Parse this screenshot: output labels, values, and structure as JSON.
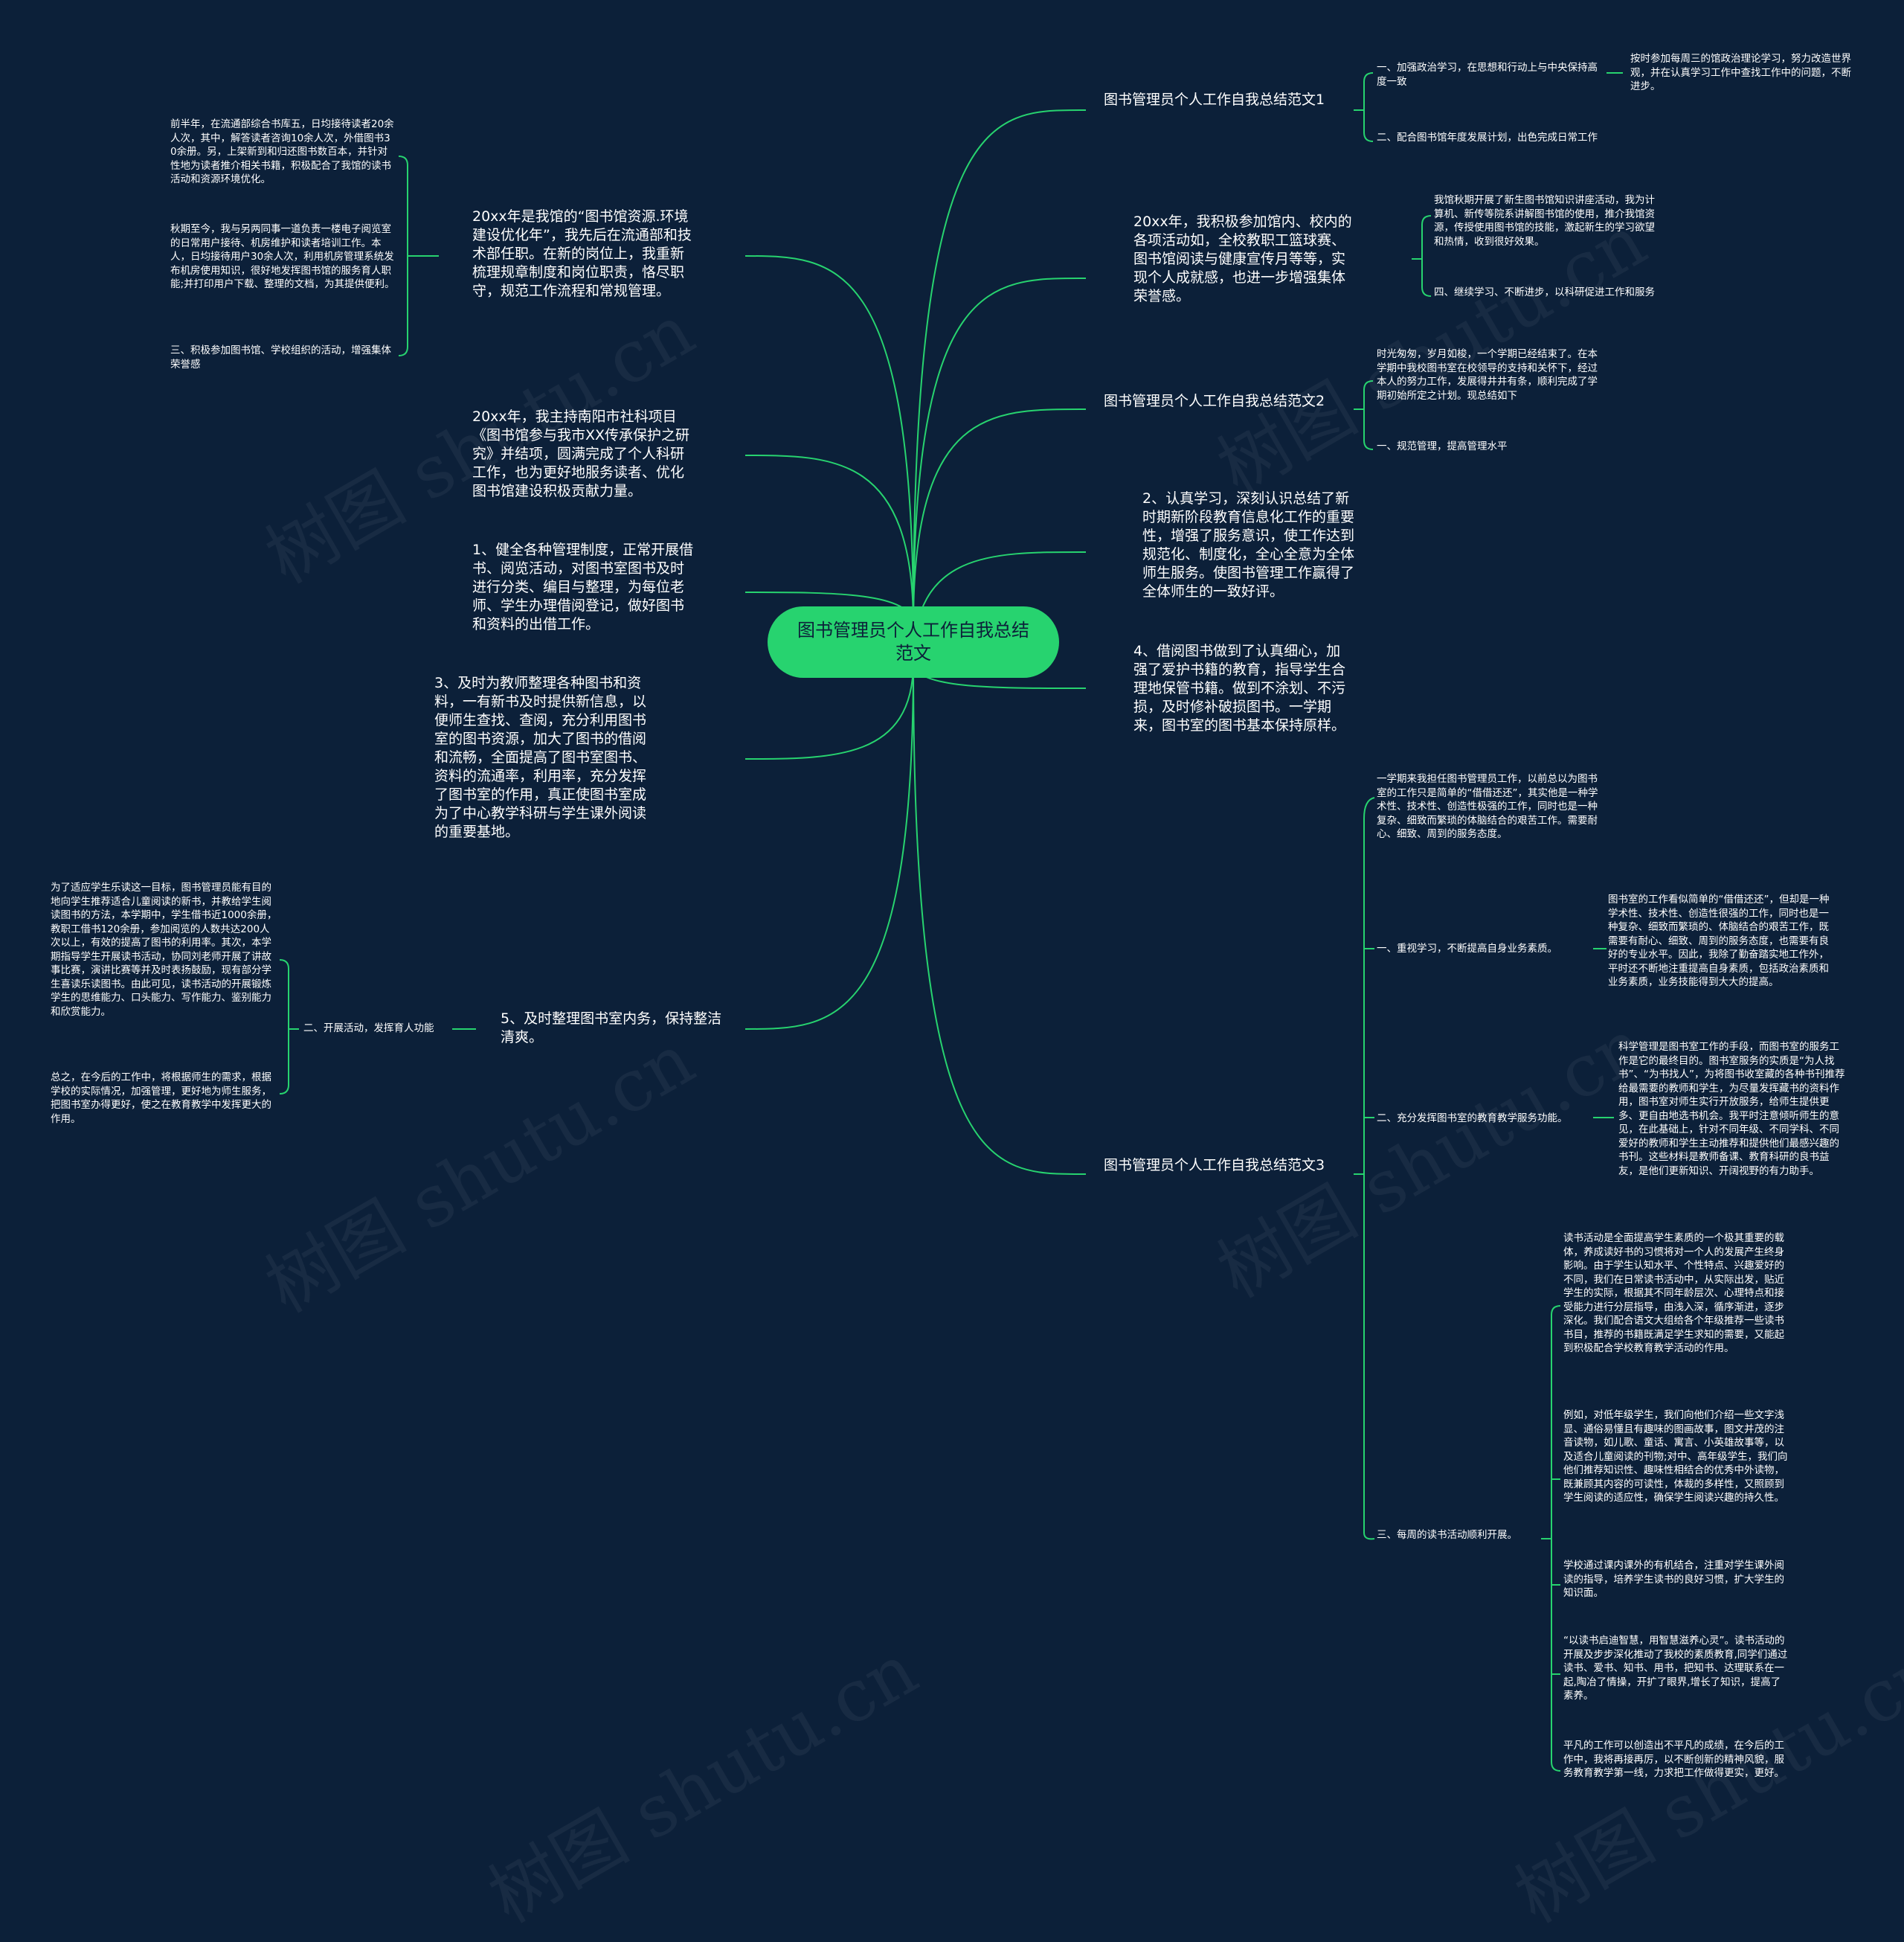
{
  "colors": {
    "background": "#0c2039",
    "line": "#27d36f",
    "center_fill": "#27d36f",
    "text": "#ffffff"
  },
  "watermark": "树图 shutu.cn",
  "center": {
    "label": "图书管理员个人工作自我总结范文"
  },
  "right": {
    "n1": {
      "label": "图书管理员个人工作自我总结范文1",
      "c1": "一、加强政治学习，在思想和行动上与中央保持高度一致",
      "c1_1": "按时参加每周三的馆政治理论学习，努力改造世界观，并在认真学习工作中查找工作中的问题，不断进步。",
      "c2": "二、配合图书馆年度发展计划，出色完成日常工作"
    },
    "n2": {
      "label": "20xx年，我积极参加馆内、校内的各项活动如，全校教职工篮球赛、图书馆阅读与健康宣传月等等，实现个人成就感，也进一步增强集体荣誉感。",
      "c1": "我馆秋期开展了新生图书馆知识讲座活动，我为计算机、新传等院系讲解图书馆的使用，推介我馆资源，传授使用图书馆的技能，激起新生的学习欲望和热情，收到很好效果。",
      "c2": "四、继续学习、不断进步，以科研促进工作和服务"
    },
    "n3": {
      "label": "图书管理员个人工作自我总结范文2",
      "c1": "时光匆匆，岁月如梭，一个学期已经结束了。在本学期中我校图书室在校领导的支持和关怀下，经过本人的努力工作，发展得井井有条，顺利完成了学期初始所定之计划。现总结如下",
      "c2": "一、规范管理，提高管理水平"
    },
    "n4": {
      "label": "2、认真学习，深刻认识总结了新时期新阶段教育信息化工作的重要性，增强了服务意识，使工作达到规范化、制度化，全心全意为全体师生服务。使图书管理工作赢得了全体师生的一致好评。"
    },
    "n5": {
      "label": "4、借阅图书做到了认真细心，加强了爱护书籍的教育，指导学生合理地保管书籍。做到不涂划、不污损，及时修补破损图书。一学期来，图书室的图书基本保持原样。"
    },
    "n6": {
      "label": "图书管理员个人工作自我总结范文3",
      "c1": "一学期来我担任图书管理员工作，以前总以为图书室的工作只是简单的“借借还还”，其实他是一种学术性、技术性、创造性极强的工作，同时也是一种复杂、细致而繁琐的体脑结合的艰苦工作。需要耐心、细致、周到的服务态度。",
      "c2": "一、重视学习，不断提高自身业务素质。",
      "c2_1": "图书室的工作看似简单的“借借还还”，但却是一种学术性、技术性、创造性很强的工作，同时也是一种复杂、细致而繁琐的、体脑结合的艰苦工作，既需要有耐心、细致、周到的服务态度，也需要有良好的专业水平。因此，我除了勤奋踏实地工作外，平时还不断地注重提高自身素质，包括政治素质和业务素质，业务技能得到大大的提高。",
      "c3": "二、充分发挥图书室的教育教学服务功能。",
      "c3_1": "科学管理是图书室工作的手段，而图书室的服务工作是它的最终目的。图书室服务的实质是“为人找书”、“为书找人”，为将图书收室藏的各种书刊推荐给最需要的教师和学生，为尽量发挥藏书的资料作用，图书室对师生实行开放服务，给师生提供更多、更自由地选书机会。我平时注意倾听师生的意见，在此基础上，针对不同年级、不同学科、不同爱好的教师和学生主动推荐和提供他们最感兴趣的书刊。这些材料是教师备课、教育科研的良书益友，是他们更新知识、开阔视野的有力助手。",
      "c4": "三、每周的读书活动顺利开展。",
      "c4_1": "读书活动是全面提高学生素质的一个极其重要的载体，养成读好书的习惯将对一个人的发展产生终身影响。由于学生认知水平、个性特点、兴趣爱好的不同，我们在日常读书活动中，从实际出发，贴近学生的实际，根据其不同年龄层次、心理特点和接受能力进行分层指导，由浅入深，循序渐进，逐步深化。我们配合语文大组给各个年级推荐一些读书书目，推荐的书籍既满足学生求知的需要，又能起到积极配合学校教育教学活动的作用。",
      "c4_2": "例如，对低年级学生，我们向他们介绍一些文字浅显、通俗易懂且有趣味的图画故事，图文并茂的注音读物，如儿歌、童话、寓言、小英雄故事等，以及适合儿童阅读的刊物;对中、高年级学生，我们向他们推荐知识性、趣味性相结合的优秀中外读物，既兼顾其内容的可读性，体裁的多样性，又照顾到学生阅读的适应性，确保学生阅读兴趣的持久性。",
      "c4_3": "学校通过课内课外的有机结合，注重对学生课外阅读的指导，培养学生读书的良好习惯，扩大学生的知识面。",
      "c4_4": "“以读书启迪智慧，用智慧滋养心灵”。读书活动的开展及步步深化推动了我校的素质教育,同学们通过读书、爱书、知书、用书，把知书、达理联系在一起,陶冶了情操，开扩了眼界,增长了知识，提高了素养。",
      "c4_5": "平凡的工作可以创造出不平凡的成绩，在今后的工作中，我将再接再厉，以不断创新的精神风貌，服务教育教学第一线，力求把工作做得更实，更好。"
    }
  },
  "left": {
    "n1": {
      "label": "20xx年是我馆的“图书馆资源.环境建设优化年”，我先后在流通部和技术部任职。在新的岗位上，我重新梳理规章制度和岗位职责，恪尽职守，规范工作流程和常规管理。",
      "c1": "前半年，在流通部综合书库五，日均接待读者20余人次，其中，解答读者咨询10余人次，外借图书30余册。另，上架新到和归还图书数百本，并针对性地为读者推介相关书籍，积极配合了我馆的读书活动和资源环境优化。",
      "c2": "秋期至今，我与另两同事一道负责一楼电子阅览室的日常用户接待、机房维护和读者培训工作。本人，日均接待用户30余人次，利用机房管理系统发布机房使用知识，很好地发挥图书馆的服务育人职能;并打印用户下载、整理的文档，为其提供便利。",
      "c3": "三、积极参加图书馆、学校组织的活动，增强集体荣誉感"
    },
    "n2": {
      "label": "20xx年，我主持南阳市社科项目《图书馆参与我市XX传承保护之研究》并结项，圆满完成了个人科研工作，也为更好地服务读者、优化图书馆建设积极贡献力量。"
    },
    "n3": {
      "label": "1、健全各种管理制度，正常开展借书、阅览活动，对图书室图书及时进行分类、编目与整理，为每位老师、学生办理借阅登记，做好图书和资料的出借工作。"
    },
    "n4": {
      "label": "3、及时为教师整理各种图书和资料，一有新书及时提供新信息，以便师生查找、查阅，充分利用图书室的图书资源，加大了图书的借阅和流畅，全面提高了图书室图书、资料的流通率，利用率，充分发挥了图书室的作用，真正使图书室成为了中心教学科研与学生课外阅读的重要基地。"
    },
    "n5": {
      "label": "5、及时整理图书室内务，保持整洁清爽。",
      "c1": "二、开展活动，发挥育人功能",
      "c1_1": "为了适应学生乐读这一目标，图书管理员能有目的地向学生推荐适合儿童阅读的新书，并教给学生阅读图书的方法，本学期中，学生借书近1000余册，教职工借书120余册，参加阅览的人数共达200人次以上，有效的提高了图书的利用率。其次，本学期指导学生开展读书活动，协同刘老师开展了讲故事比赛，演讲比赛等并及时表扬鼓励，现有部分学生喜读乐读图书。由此可见，读书活动的开展锻炼学生的思维能力、口头能力、写作能力、鉴别能力和欣赏能力。",
      "c1_2": "总之，在今后的工作中，将根据师生的需求，根据学校的实际情况，加强管理，更好地为师生服务，把图书室办得更好，使之在教育教学中发挥更大的作用。"
    }
  }
}
